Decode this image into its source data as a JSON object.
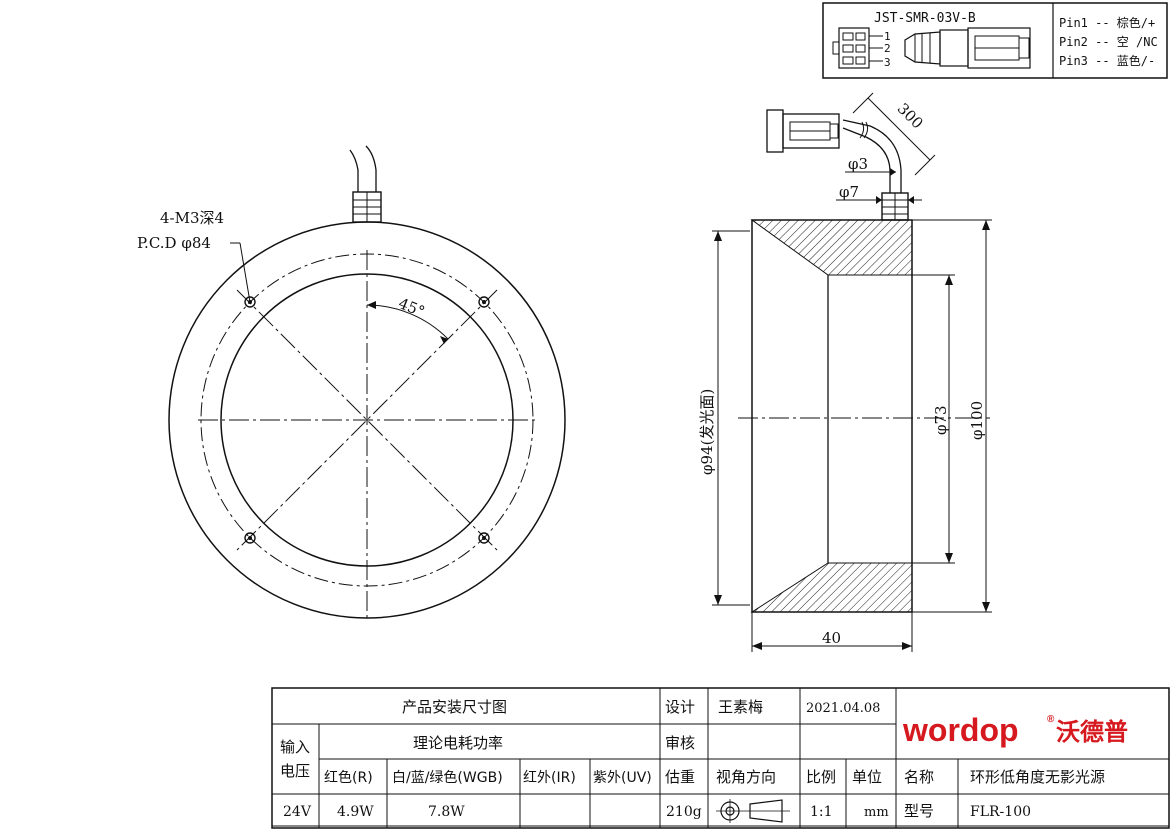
{
  "connector": {
    "model": "JST-SMR-03V-B",
    "pin_numbers": [
      "1",
      "2",
      "3"
    ],
    "pins": [
      "Pin1 -- 棕色/+",
      "Pin2 -- 空 /NC",
      "Pin3 -- 蓝色/-"
    ]
  },
  "front_view": {
    "hole_spec": "4-M3深4",
    "pcd": "P.C.D  φ84",
    "angle": "45°"
  },
  "side_view": {
    "cable_length": "300",
    "cable_dia": "φ3",
    "gland_dia": "φ7",
    "emit_dia": "φ94(发光面)",
    "inner_dia": "φ73",
    "outer_dia": "φ100",
    "height": "40"
  },
  "title_block": {
    "drawing_title": "产品安装尺寸图",
    "design_label": "设计",
    "designer": "王素梅",
    "date": "2021.04.08",
    "review_label": "审核",
    "input_voltage_label_1": "输入",
    "input_voltage_label_2": "电压",
    "power_header": "理论电耗功率",
    "col_red": "红色(R)",
    "col_wgb": "白/蓝/绿色(WGB)",
    "col_ir": "红外(IR)",
    "col_uv": "紫外(UV)",
    "weight_label": "估重",
    "view_dir_label": "视角方向",
    "scale_label": "比例",
    "unit_label": "单位",
    "name_label": "名称",
    "product_name": "环形低角度无影光源",
    "voltage": "24V",
    "red_power": "4.9W",
    "wgb_power": "7.8W",
    "weight": "210g",
    "scale": "1:1",
    "unit": "mm",
    "model_label": "型号",
    "model": "FLR-100"
  },
  "logo": {
    "brand": "wordop",
    "registered": "®",
    "brand_cn": "沃德普",
    "color": "#d6191e"
  }
}
